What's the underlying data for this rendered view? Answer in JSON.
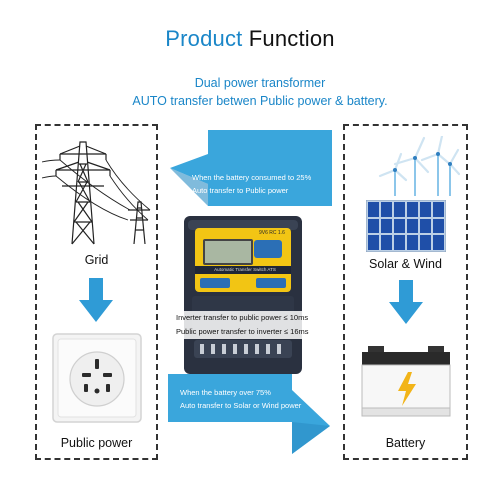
{
  "heading": {
    "part1": "Product",
    "part2": "Function"
  },
  "subtitle": {
    "line1": "Dual power transformer",
    "line2": "AUTO transfer betwen  Public power & battery."
  },
  "left": {
    "top_label": "Grid",
    "bottom_label": "Public power"
  },
  "right": {
    "top_label": "Solar & Wind",
    "bottom_label": "Battery"
  },
  "callouts": {
    "top_line1": "When the battery consumed to 25%",
    "top_line2": "Auto transfer to Public power",
    "bottom_line1": "When the battery over 75%",
    "bottom_line2": "Auto transfer to Solar or Wind power"
  },
  "device": {
    "model": "9V6 RC 1.6",
    "panel_text": "Automatic Transfer Switch ATS",
    "spec1": "Inverter transfer to public power ≤ 10ms",
    "spec2": "Public power transfer to inverter ≤ 16ms"
  },
  "colors": {
    "accent": "#1a86c8",
    "arrow_blue": "#2f9bd6",
    "callout_bg": "#3aa6dc",
    "device_body": "#2a3140",
    "device_panel": "#f2c514"
  },
  "icons": [
    "power-tower-icon",
    "down-arrow-icon",
    "wall-socket-icon",
    "wind-turbine-icon",
    "solar-panel-icon",
    "battery-icon"
  ]
}
